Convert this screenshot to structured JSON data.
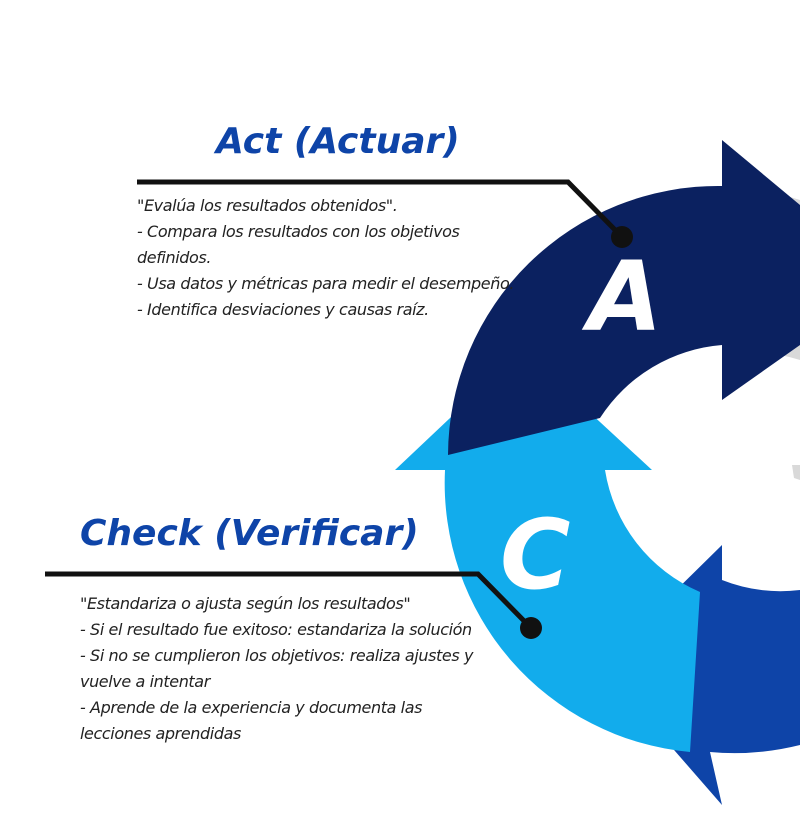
{
  "sections": {
    "act": {
      "title": "Act (Actuar)",
      "letter": "A",
      "lines": [
        "\"Evalúa los resultados obtenidos\".",
        "- Compara los resultados con los objetivos definidos.",
        "- Usa datos y métricas para medir el desempeño.",
        "- Identifica desviaciones y causas raíz."
      ]
    },
    "check": {
      "title": "Check (Verificar)",
      "letter": "C",
      "lines": [
        "\"Estandariza o ajusta según los resultados\"",
        "- Si el resultado fue exitoso: estandariza la solución",
        "- Si no se cumplieron los objetivos: realiza ajustes y vuelve a intentar",
        "- Aprende de la experiencia y documenta las lecciones aprendidas"
      ]
    }
  },
  "colors": {
    "navy": "#0b2160",
    "sky": "#12acec",
    "royal": "#0e44a8",
    "gray": "#d9d9d9",
    "connector": "#111111"
  }
}
